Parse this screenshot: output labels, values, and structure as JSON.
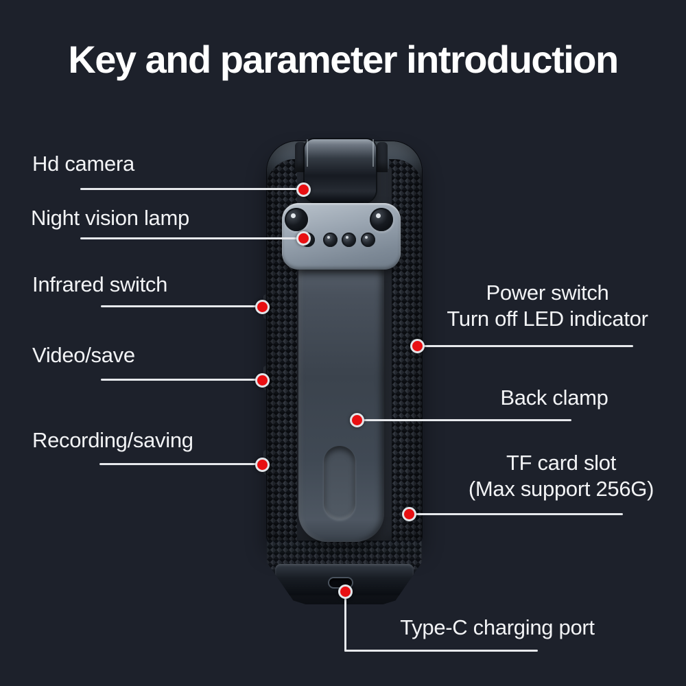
{
  "title": "Key and parameter introduction",
  "colors": {
    "background": "#1d212b",
    "text": "#f2f3f5",
    "callout_dot": "#e80f12",
    "callout_line": "#e7e9ec",
    "clip_metal": "#9aa5b1"
  },
  "callouts": {
    "left": [
      {
        "label": "Hd camera"
      },
      {
        "label": "Night vision lamp"
      },
      {
        "label": "Infrared switch"
      },
      {
        "label": "Video/save"
      },
      {
        "label": "Recording/saving"
      }
    ],
    "right": [
      {
        "label": "Power switch",
        "sublabel": "Turn off LED indicator"
      },
      {
        "label": "Back clamp"
      },
      {
        "label": "TF card slot",
        "sublabel": "(Max support 256G)"
      },
      {
        "label": "Type-C charging port"
      }
    ]
  }
}
